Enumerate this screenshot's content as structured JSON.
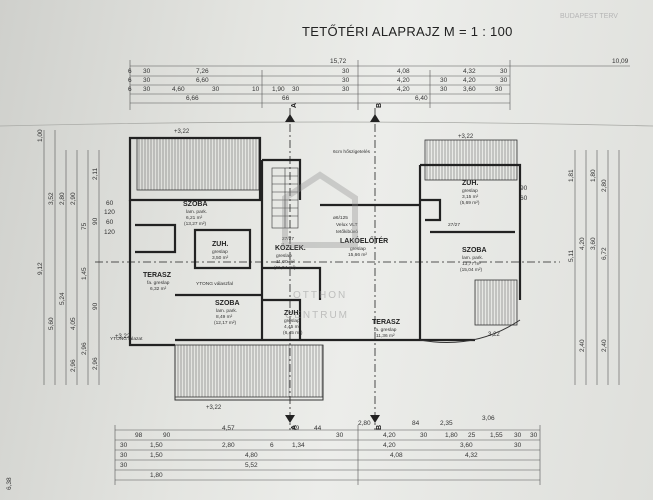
{
  "title": "TETŐTÉRI ALAPRAJZ M = 1 : 100",
  "top_dims": {
    "row1": [
      "15,72",
      "10,09"
    ],
    "row2": [
      "7,26",
      "4,08",
      "4,32"
    ],
    "row3": [
      "6,60",
      "4,20",
      "4,20"
    ],
    "row4": [
      "4,60",
      "10",
      "1,90",
      "4,20",
      "3,60",
      "30"
    ],
    "row5": [
      "6,66",
      "66",
      "6,40"
    ],
    "small": [
      "6",
      "30",
      "6",
      "30",
      "6",
      "30",
      "30",
      "30",
      "30",
      "30",
      "30",
      "30",
      "30",
      "30",
      "30"
    ]
  },
  "left_dims": [
    "1,00",
    "3,52",
    "2,80",
    "2,90",
    "2,11",
    "9,12",
    "5,60",
    "5,24",
    "4,05",
    "2,96",
    "90",
    "75",
    "1,45",
    "60",
    "120",
    "60",
    "120",
    "90",
    "2,96",
    "2,96"
  ],
  "right_dims": [
    "1,81",
    "5,11",
    "4,20",
    "3,60",
    "6,72",
    "2,40",
    "2,40",
    "1,80",
    "2,80",
    "90",
    "60",
    "3,22"
  ],
  "bottom_dims": {
    "row1": [
      "98",
      "90",
      "4,57",
      "89",
      "44",
      "2,80",
      "84",
      "2,35",
      "3,06"
    ],
    "row2": [
      "30",
      "1,50",
      "2,80",
      "6",
      "1,34",
      "30",
      "4,20",
      "30",
      "1,80",
      "25",
      "1,55",
      "30",
      "30"
    ],
    "row3": [
      "30",
      "1,50",
      "4,80",
      "4,20",
      "3,60",
      "30"
    ],
    "row4": [
      "30",
      "4,08",
      "4,32"
    ],
    "row5": [
      "5,52",
      "1,80",
      "6,38"
    ]
  },
  "elevations": [
    "+3,22",
    "+3,22",
    "+3,22",
    "+3,22"
  ],
  "section_marks": [
    "A",
    "B",
    "A",
    "B"
  ],
  "rooms": [
    {
      "name": "SZOBA",
      "lines": [
        "lam. park.",
        "6,21 m²",
        "(13,27 m²)"
      ]
    },
    {
      "name": "ZUH.",
      "lines": [
        "greslap",
        "3,50 m²"
      ]
    },
    {
      "name": "KÖZLEK.",
      "lines": [
        "greslap",
        "11,00 m²",
        "(11,04 m²)"
      ]
    },
    {
      "name": "TERASZ",
      "lines": [
        "fa. greslap",
        "6,32 m²"
      ]
    },
    {
      "name": "SZOBA",
      "lines": [
        "lam. park.",
        "8,49 m²",
        "(12,17 m²)"
      ]
    },
    {
      "name": "ZUH.",
      "lines": [
        "greslap",
        "4,45 m²",
        "(6,45 m²)"
      ]
    },
    {
      "name": "LAKÓELŐTÉR",
      "lines": [
        "greslap",
        "15,66 m²"
      ]
    },
    {
      "name": "TERASZ",
      "lines": [
        "fa. greslap",
        "11,36 m²"
      ]
    },
    {
      "name": "ZUH.",
      "lines": [
        "greslap",
        "3,15 m²",
        "(5,69 m²)"
      ]
    },
    {
      "name": "SZOBA",
      "lines": [
        "lam. park.",
        "13,77 m²",
        "(15,04 m²)"
      ]
    }
  ],
  "annotations": {
    "insulation": "6cm hőszigetelés",
    "ytong_wall": "YTONG válaszfal",
    "ytong_outer": "YTONG falazat",
    "velux": [
      "Velux VLT",
      "tetőkibúvó"
    ],
    "velux_size": "ø6/125",
    "door_1": "27/27",
    "door_2": "27/27"
  },
  "watermark": [
    "OTTHON",
    "CENTRUM"
  ],
  "stamp": "BUDAPEST TERV"
}
